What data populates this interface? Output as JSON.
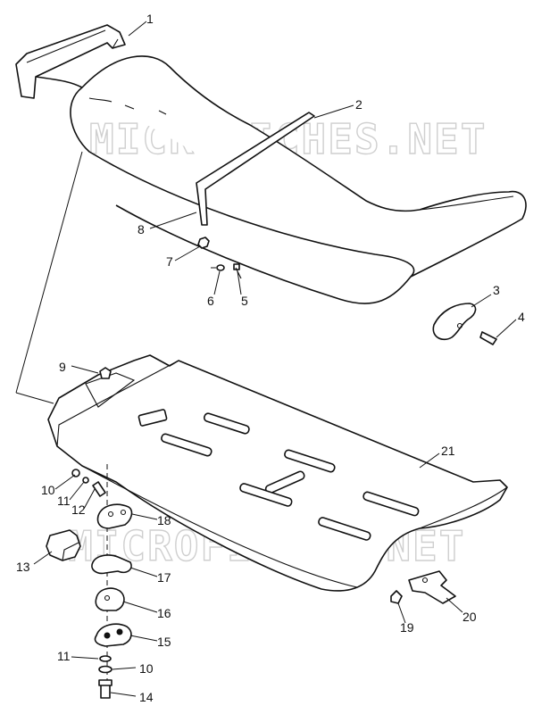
{
  "watermark": "MICROFICHES.NET",
  "callouts": [
    "1",
    "2",
    "3",
    "4",
    "5",
    "6",
    "7",
    "8",
    "9",
    "10",
    "11",
    "12",
    "13",
    "14",
    "15",
    "16",
    "17",
    "18",
    "19",
    "20",
    "21"
  ],
  "lower_callouts": {
    "c10b": "10",
    "c11b": "11"
  }
}
